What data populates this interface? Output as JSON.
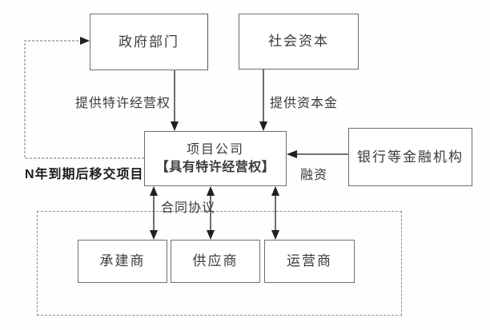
{
  "diagram": {
    "title_implied": "",
    "nodes": {
      "government": {
        "label": "政府部门"
      },
      "social_capital": {
        "label": "社会资本"
      },
      "project_company": {
        "line1": "项目公司",
        "line2": "【具有特许经营权】"
      },
      "bank": {
        "label": "银行等金融机构"
      },
      "contractor": {
        "label": "承建商"
      },
      "supplier": {
        "label": "供应商"
      },
      "operator": {
        "label": "运营商"
      }
    },
    "edges": {
      "franchise": {
        "label": "提供特许经营权",
        "from": "政府部门",
        "to": "项目公司"
      },
      "capital": {
        "label": "提供资本金",
        "from": "社会资本",
        "to": "项目公司"
      },
      "financing": {
        "label": "融资",
        "from": "银行等金融机构",
        "to": "项目公司"
      },
      "contract": {
        "label": "合同协议",
        "from": "项目公司",
        "to": "承建商/供应商/运营商"
      },
      "transfer": {
        "label": "N年到期后移交项目",
        "from": "项目公司",
        "to": "政府部门"
      }
    },
    "colors": {
      "background": "#ffffff",
      "box_border": "#6e6e6e",
      "text": "#3a3a3a",
      "arrow": "#1f1f1f",
      "dashed": "#8a8a8a"
    }
  }
}
